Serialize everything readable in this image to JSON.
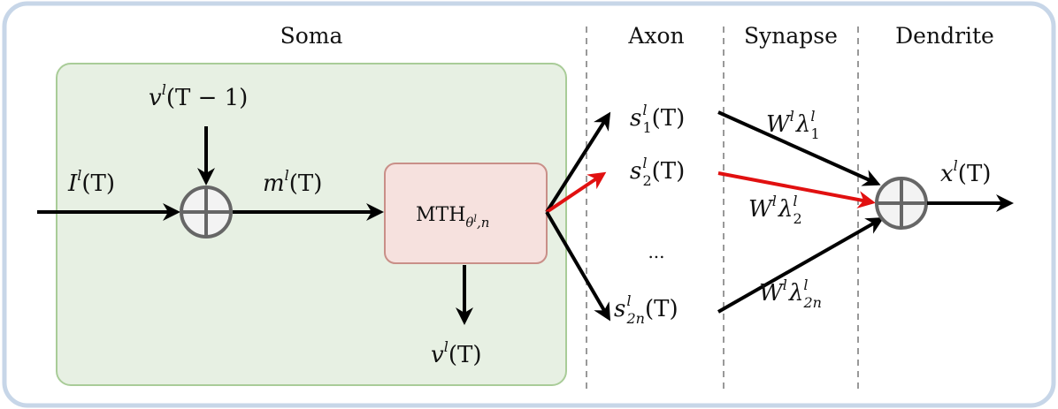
{
  "sections": {
    "soma": "Soma",
    "axon": "Axon",
    "synapse": "Synapse",
    "dendrite": "Dendrite"
  },
  "nodes": {
    "input": {
      "base": "I",
      "sup": "l",
      "tail": "(T)"
    },
    "prev_potential": {
      "base": "v",
      "sup": "l",
      "tail": "(T − 1)"
    },
    "membrane": {
      "base": "m",
      "sup": "l",
      "tail": "(T)"
    },
    "mth": {
      "base": "MTH",
      "sub_theta": "θ",
      "sub_l": "l",
      "sub_n": ",n"
    },
    "potential_out": {
      "base": "v",
      "sup": "l",
      "tail": "(T)"
    },
    "spike1": {
      "base": "s",
      "sup": "l",
      "sub": "1",
      "tail": "(T)"
    },
    "spike2": {
      "base": "s",
      "sup": "l",
      "sub": "2",
      "tail": "(T)"
    },
    "ellipsis": "...",
    "spike2n": {
      "base": "s",
      "sup": "l",
      "sub": "2n",
      "tail": "(T)"
    },
    "weight1": {
      "w": "W",
      "wsup": "l",
      "lam": "λ",
      "lsup": "l",
      "lsub": "1"
    },
    "weight2": {
      "w": "W",
      "wsup": "l",
      "lam": "λ",
      "lsup": "l",
      "lsub": "2"
    },
    "weight2n": {
      "w": "W",
      "wsup": "l",
      "lam": "λ",
      "lsup": "l",
      "lsub": "2n"
    },
    "output": {
      "base": "x",
      "sup": "l",
      "tail": "(T)"
    }
  },
  "colors": {
    "frame": "#c7d6e8",
    "soma_fill": "#e7f0e3",
    "soma_stroke": "#a9cc98",
    "mth_fill": "#f6e1de",
    "mth_stroke": "#c98f88",
    "adder_fill": "#f3f3f3",
    "adder_stroke": "#666666",
    "arrow": "#000000",
    "highlight_arrow": "#e11010",
    "divider": "#999999"
  }
}
